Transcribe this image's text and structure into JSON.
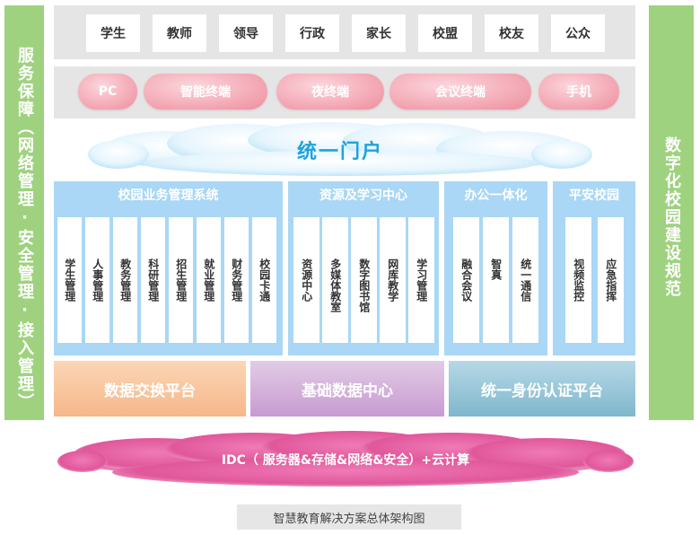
{
  "side_left": "服务保障（网络管理·安全管理·接入管理）",
  "side_right": "数字化校园建设规范",
  "users": [
    "学生",
    "教师",
    "领导",
    "行政",
    "家长",
    "校盟",
    "校友",
    "公众"
  ],
  "devices": [
    "PC",
    "智能终端",
    "夜终端",
    "会议终端",
    "手机"
  ],
  "portal": "统一门户",
  "groups": [
    {
      "title": "校园业务管理系统",
      "modules": [
        "学生管理",
        "人事管理",
        "教务管理",
        "科研管理",
        "招生管理",
        "就业管理",
        "财务管理",
        "校园卡通"
      ]
    },
    {
      "title": "资源及学习中心",
      "modules": [
        "资源中心",
        "多媒体教室",
        "数字图书馆",
        "网库教学",
        "学习管理"
      ]
    },
    {
      "title": "办公一体化",
      "modules": [
        "融合会议",
        "智真",
        "统一通信"
      ]
    },
    {
      "title": "平安校园",
      "modules": [
        "视频监控",
        "应急指挥"
      ]
    }
  ],
  "platforms": [
    "数据交换平台",
    "基础数据中心",
    "统一身份认证平台"
  ],
  "idc": "IDC（ 服务器&存储&网络&安全）+云计算",
  "caption": "智慧教育解决方案总体架构图",
  "colors": {
    "side_green": "#9fd27f",
    "group_blue": "#a9d7f5",
    "portal_blue": "#1fa2de",
    "pill_pink": "#f2a3b0",
    "idc_magenta": "#e0579a"
  }
}
